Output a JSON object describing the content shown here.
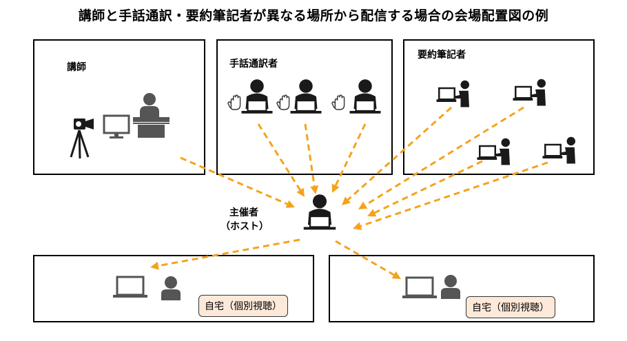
{
  "title": "講師と手話通訳・要約筆記者が異なる場所から配信する場合の会場配置図の例",
  "rooms": {
    "lecturer": {
      "label": "講師"
    },
    "interpreters": {
      "label": "手話通訳者"
    },
    "captioners": {
      "label": "要約筆記者"
    }
  },
  "host": {
    "line1": "主催者",
    "line2": "（ホスト）"
  },
  "homes": [
    {
      "label": "自宅（個別視聴）"
    },
    {
      "label": "自宅（個別視聴）"
    }
  ],
  "colors": {
    "arrow": "#f5a21b",
    "tag_bg": "#fde9d9",
    "figure": "#1a1a1a"
  },
  "icons": [
    "video-camera-icon",
    "monitor-icon",
    "podium-speaker-icon",
    "sign-hand-icon",
    "person-laptop-icon",
    "laptop-icon",
    "viewer-person-icon"
  ]
}
